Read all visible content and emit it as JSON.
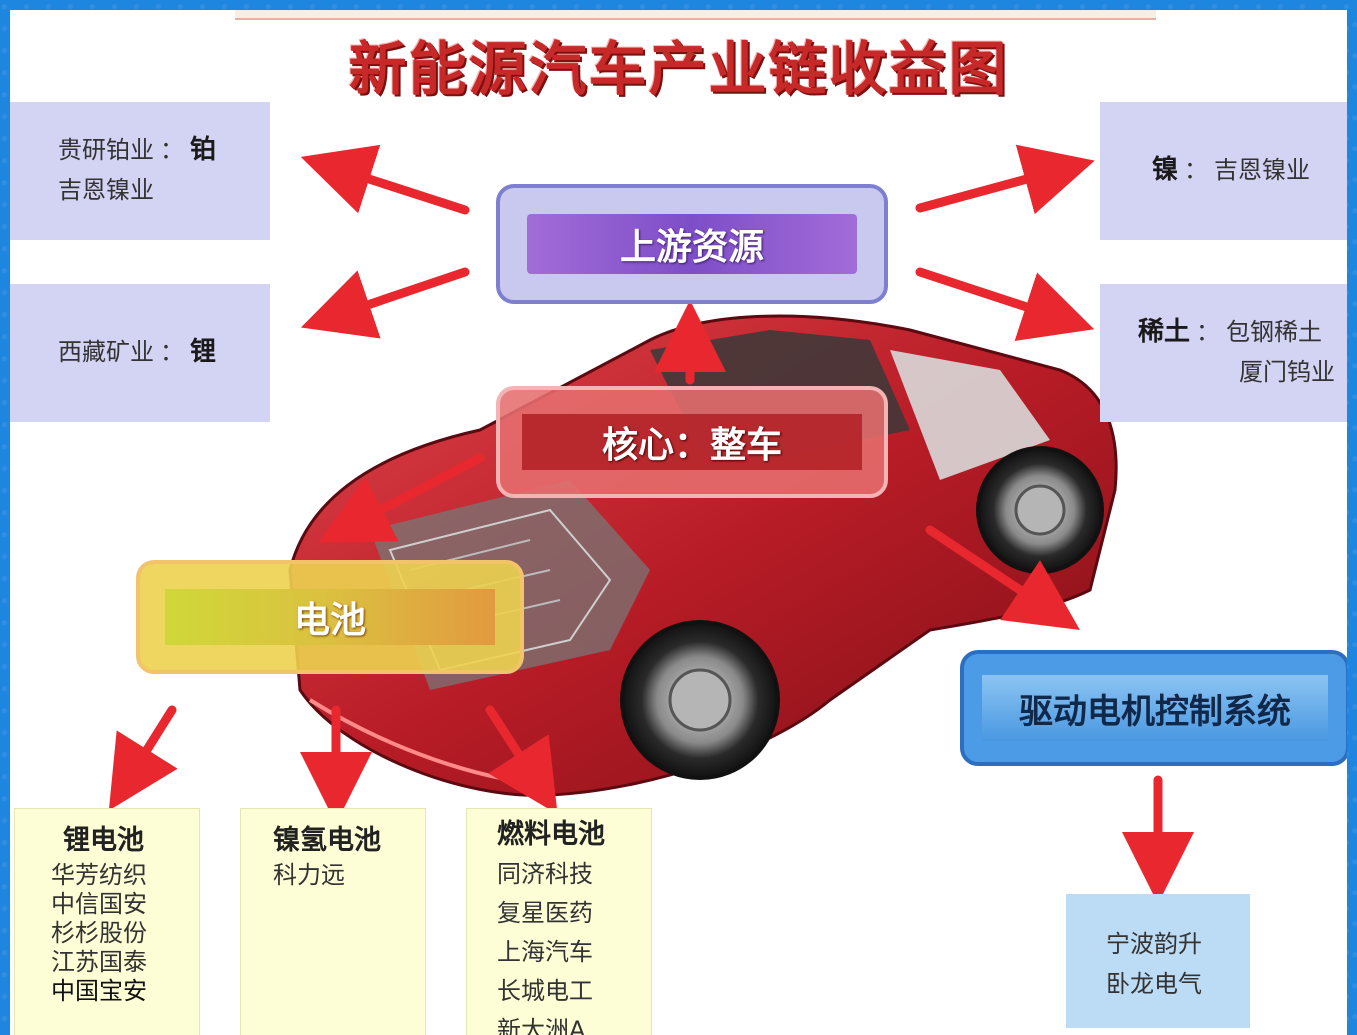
{
  "title": "新能源汽车产业链收益图",
  "hubs": {
    "upstream": "上游资源",
    "core": "核心：整车",
    "battery": "电池",
    "motor": "驱动电机控制系统"
  },
  "resources": {
    "platinum": {
      "companies": [
        "贵研铂业",
        "吉恩镍业"
      ],
      "separator": "：",
      "metal": "铂"
    },
    "lithium": {
      "company": "西藏矿业",
      "separator": "：",
      "metal": "锂"
    },
    "nickel": {
      "metal": "镍",
      "separator": "：",
      "company": "吉恩镍业"
    },
    "rare_earth": {
      "metal": "稀土",
      "separator": "：",
      "companies": [
        "包钢稀土",
        "厦门钨业"
      ]
    }
  },
  "batteries": {
    "lithium": {
      "title": "锂电池",
      "companies": [
        "华芳纺织",
        "中信国安",
        "杉杉股份",
        "江苏国泰",
        "中国宝安"
      ]
    },
    "nimh": {
      "title": "镍氢电池",
      "companies": [
        "科力远"
      ]
    },
    "fuel": {
      "title": "燃料电池",
      "companies": [
        "同济科技",
        "复星医药",
        "上海汽车",
        "长城电工",
        "新大洲A"
      ]
    }
  },
  "motor": {
    "companies": [
      "宁波韵升",
      "卧龙电气"
    ]
  },
  "colors": {
    "background": "#1f86e0",
    "title": "#c72828",
    "arrow": "#e8282e",
    "resource_box": "#d3d3f3",
    "battery_box": "#fdfdd6",
    "motor_box": "#bcdcf6",
    "car_body": "#c0202a"
  }
}
